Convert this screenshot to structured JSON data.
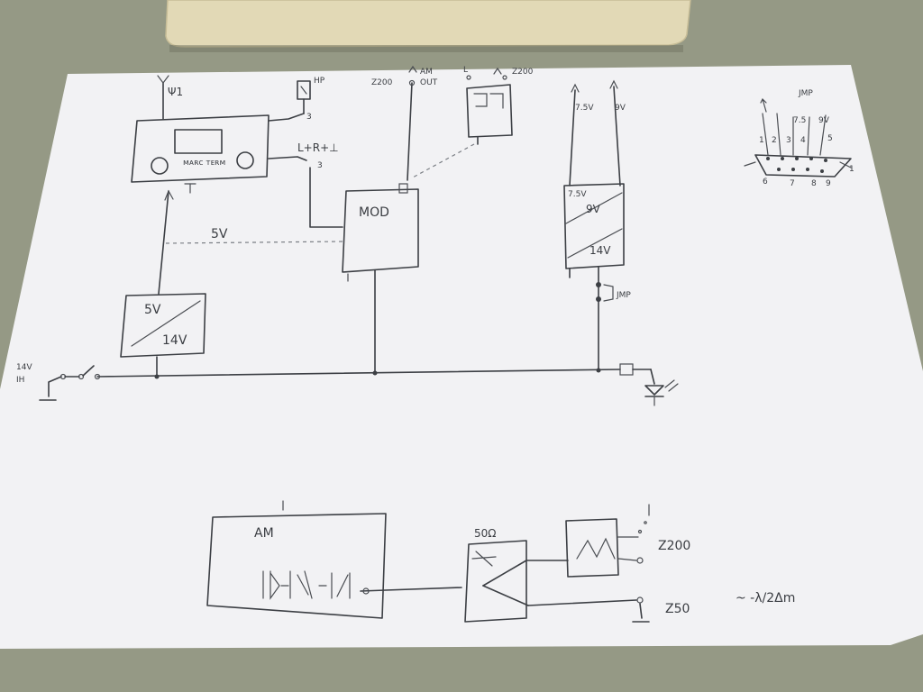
{
  "labels": {
    "antenna_top_left": "Ψ1",
    "hp_top": "HP",
    "pin3_a": "3",
    "l_plus_r": "L+R+⊥",
    "pin3_b": "3",
    "display_small": "ᴍᴀʀᴄ ᴛᴇʀᴍ",
    "five_v_line": "5V",
    "reg_top": "5V",
    "reg_bottom": "14V",
    "in_14v": "14V",
    "in_ih": "IH",
    "mod_label": "MOD",
    "z200_left": "Z200",
    "am_top": "AM",
    "am_sub": "OUT",
    "relay_l": "L",
    "relay_z200": "Z200",
    "v_7_5": "7.5V",
    "v_9": "9V",
    "ps_top": "7.5V",
    "ps_mid": "9V",
    "ps_bot": "14V",
    "jmp_right": "JMP",
    "conn_jmp": "JMP",
    "conn_75": "7.5",
    "conn_9v": "9V",
    "conn_p1": "1",
    "conn_p2": "2",
    "conn_p3": "3",
    "conn_p4": "4",
    "conn_p5": "5",
    "conn_p6": "6",
    "conn_p7": "7",
    "conn_p8": "8",
    "conn_p9": "9",
    "conn_edge": "1",
    "am_box": "AM",
    "sw_label": "50Ω",
    "z200_bottom": "Z200",
    "z50": "Z50",
    "lambda_note": "~ -λ/2Δm"
  }
}
